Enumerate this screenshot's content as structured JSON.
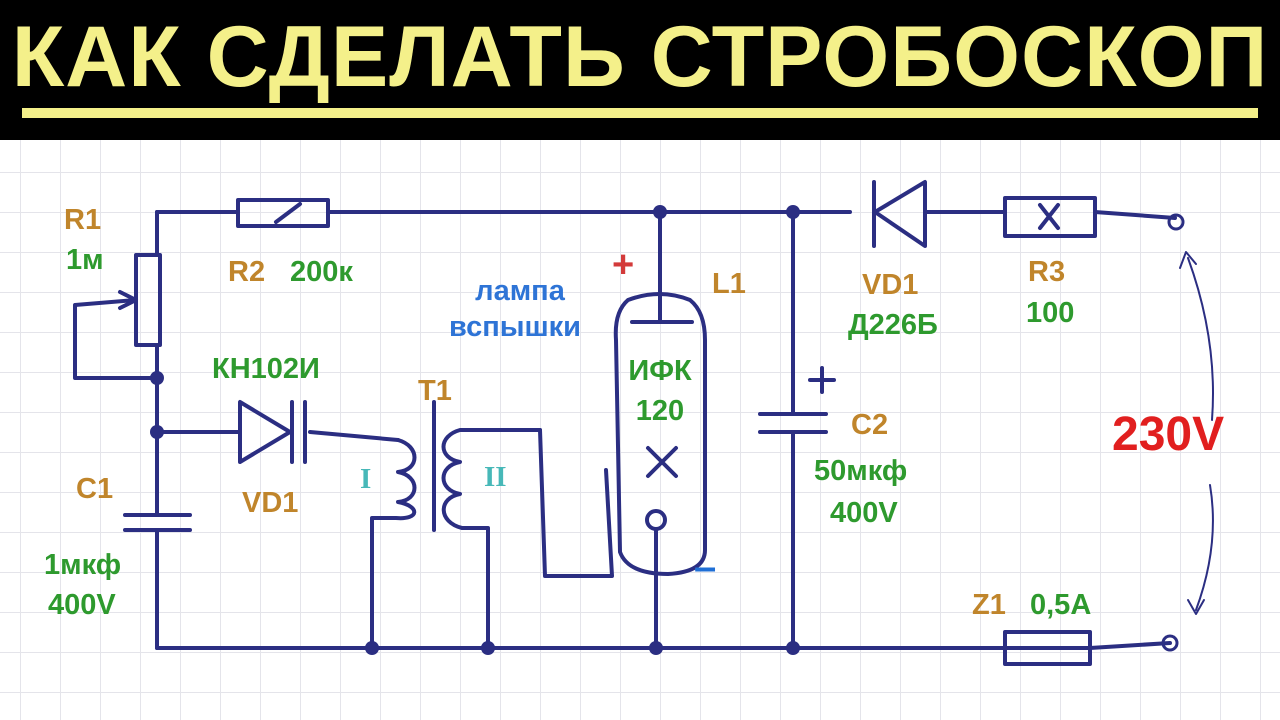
{
  "title": "КАК СДЕЛАТЬ СТРОБОСКОП",
  "colors": {
    "banner_bg": "#000000",
    "title_text": "#f4f08a",
    "wire": "#2b2e82",
    "designator": "#c0852b",
    "value": "#2e9a2e",
    "lamp_label": "#2e74d6",
    "roman": "#47b8b8",
    "polarity_plus": "#d33a3a",
    "polarity_minus": "#1f6fd6",
    "voltage": "#e11f1f"
  },
  "components": {
    "r1": {
      "designator": "R1",
      "value": "1м"
    },
    "r2": {
      "designator": "R2",
      "value": "200к"
    },
    "r3": {
      "designator": "R3",
      "value": "100"
    },
    "vd_trigger": {
      "designator": "VD1",
      "value": "КН102И"
    },
    "vd_rect": {
      "designator": "VD1",
      "value": "Д226Б"
    },
    "c1": {
      "designator": "C1",
      "value_line1": "1мкф",
      "value_line2": "400V"
    },
    "c2": {
      "designator": "C2",
      "value_line1": "50мкф",
      "value_line2": "400V"
    },
    "t1": {
      "designator": "T1",
      "winding_primary": "I",
      "winding_secondary": "II"
    },
    "lamp": {
      "designator": "L1",
      "label_line1": "лампа",
      "label_line2": "вспышки",
      "type_line1": "ИФК",
      "type_line2": "120",
      "plus": "+",
      "minus": "–"
    },
    "z1": {
      "designator": "Z1",
      "value": "0,5А"
    }
  },
  "c2_plus": "+",
  "supply_voltage": "230V"
}
